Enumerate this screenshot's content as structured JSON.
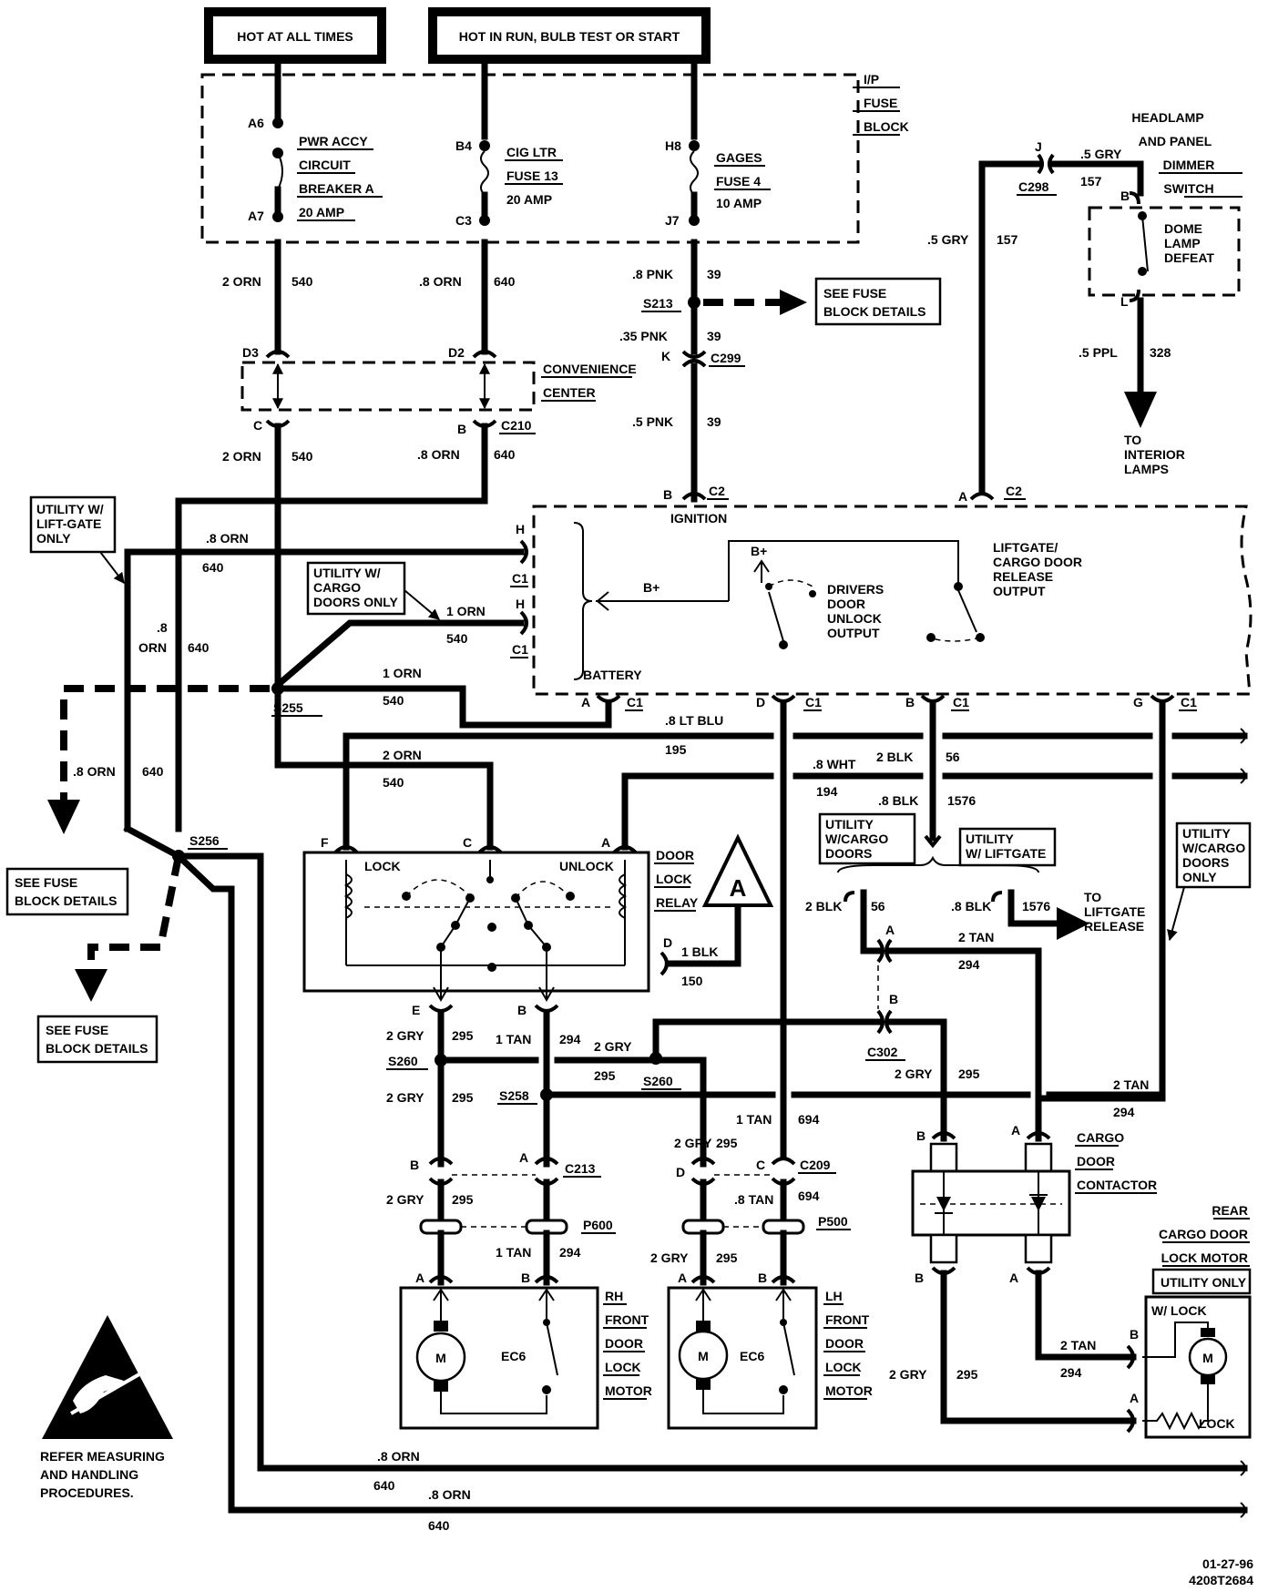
{
  "top_boxes": [
    "HOT AT ALL TIMES",
    "HOT IN RUN, BULB TEST OR START"
  ],
  "fuse_block": {
    "label": [
      "I/P",
      "FUSE",
      "BLOCK"
    ],
    "breaker": {
      "top": "A6",
      "bottom": "A7",
      "lines": [
        "PWR ACCY",
        "CIRCUIT",
        "BREAKER A",
        "20 AMP"
      ]
    },
    "cig": {
      "top": "B4",
      "bottom": "C3",
      "lines": [
        "CIG LTR",
        "FUSE 13",
        "20 AMP"
      ]
    },
    "gages": {
      "top": "H8",
      "bottom": "J7",
      "lines": [
        "GAGES",
        "FUSE 4",
        "10 AMP"
      ]
    }
  },
  "headlamp_switch": {
    "label": [
      "HEADLAMP",
      "AND PANEL",
      "DIMMER",
      "SWITCH"
    ],
    "defeat": [
      "DOME",
      "LAMP",
      "DEFEAT"
    ],
    "pin_b": "B",
    "pin_l": "L"
  },
  "c298": {
    "pin": "J",
    "name": "C298",
    "wire": ".5 GRY",
    "circuit": "157"
  },
  "wire_5gry_157": {
    "color": ".5 GRY",
    "circuit": "157"
  },
  "wire_5ppl": {
    "color": ".5 PPL",
    "circuit": "328"
  },
  "to_interior": [
    "TO",
    "INTERIOR",
    "LAMPS"
  ],
  "wire_2orn_540_top": {
    "color": "2 ORN",
    "circuit": "540"
  },
  "wire_8orn_640_top": {
    "color": ".8 ORN",
    "circuit": "640"
  },
  "wire_8pnk": {
    "color": ".8 PNK",
    "circuit": "39"
  },
  "s213": "S213",
  "see_fuse_top": [
    "SEE FUSE",
    "BLOCK DETAILS"
  ],
  "wire_35pnk": {
    "color": ".35 PNK",
    "circuit": "39"
  },
  "c299": {
    "pin": "K",
    "name": "C299"
  },
  "wire_5pnk": {
    "color": ".5 PNK",
    "circuit": "39"
  },
  "convenience": {
    "label": [
      "CONVENIENCE",
      "CENTER"
    ],
    "pin_d3": "D3",
    "pin_d2": "D2",
    "pin_c": "C",
    "pin_b": "B",
    "conn": "C210"
  },
  "wire_2orn_540_mid": {
    "color": "2 ORN",
    "circuit": "540"
  },
  "wire_8orn_640_mid": {
    "color": ".8 ORN",
    "circuit": "640"
  },
  "c2_b": {
    "pin": "B",
    "name": "C2"
  },
  "c2_a": {
    "pin": "A",
    "name": "C2"
  },
  "ignition": "IGNITION",
  "liftgate_callout": [
    "UTILITY W/",
    "LIFT-GATE",
    "ONLY"
  ],
  "cargo_callout": [
    "UTILITY W/",
    "CARGO",
    "DOORS ONLY"
  ],
  "wire_8orn_640_h": {
    "color": ".8 ORN",
    "circuit": "640"
  },
  "wire_1orn_540_h": {
    "color": "1 ORN",
    "circuit": "540"
  },
  "c1_h1": {
    "pin": "H",
    "name": "C1"
  },
  "c1_h2": {
    "pin": "H",
    "name": "C1"
  },
  "module": {
    "b_plus": "B+",
    "b_plus2": "B+",
    "battery": "BATTERY",
    "drivers": [
      "DRIVERS",
      "DOOR",
      "UNLOCK",
      "OUTPUT"
    ],
    "liftgate": [
      "LIFTGATE/",
      "CARGO DOOR",
      "RELEASE",
      "OUTPUT"
    ]
  },
  "wire_8orn_640_left": {
    "color": ".8",
    "color2": "ORN",
    "circuit": "640"
  },
  "s255": "S255",
  "wire_1orn_540_low": {
    "color": "1 ORN",
    "circuit": "540"
  },
  "c1_a": {
    "pin": "A",
    "name": "C1"
  },
  "c1_d": {
    "pin": "D",
    "name": "C1"
  },
  "c1_b": {
    "pin": "B",
    "name": "C1"
  },
  "c1_g": {
    "pin": "G",
    "name": "C1"
  },
  "wire_8ltblu": {
    "color": ".8 LT BLU",
    "circuit": "195"
  },
  "wire_8wht": {
    "color": ".8 WHT",
    "circuit": "194"
  },
  "wire_2blk_56": {
    "color": "2 BLK",
    "circuit": "56"
  },
  "wire_8blk_1576": {
    "color": ".8 BLK",
    "circuit": "1576"
  },
  "wire_2orn_540_relay": {
    "color": "2 ORN",
    "circuit": "540"
  },
  "wire_8orn_640_down": {
    "color": ".8 ORN",
    "circuit": "640"
  },
  "s256": "S256",
  "see_fuse_left1": [
    "SEE FUSE",
    "BLOCK DETAILS"
  ],
  "see_fuse_left2": [
    "SEE FUSE",
    "BLOCK DETAILS"
  ],
  "relay": {
    "pins": [
      "F",
      "C",
      "A",
      "E",
      "B",
      "D"
    ],
    "lock": "LOCK",
    "unlock": "UNLOCK",
    "label": [
      "DOOR",
      "LOCK",
      "RELAY"
    ]
  },
  "badge_a": "A",
  "wire_1blk_150": {
    "color": "1 BLK",
    "circuit": "150"
  },
  "util_cargo_callout": [
    "UTILITY",
    "W/CARGO",
    "DOORS"
  ],
  "util_lift_callout": [
    "UTILITY",
    "W/ LIFTGATE"
  ],
  "util_cargo_right": [
    "UTILITY",
    "W/CARGO",
    "DOORS",
    "ONLY"
  ],
  "wire_2blk_56_low": {
    "color": "2 BLK",
    "circuit": "56"
  },
  "wire_8blk_1576_low": {
    "color": ".8 BLK",
    "circuit": "1576"
  },
  "to_liftgate": [
    "TO",
    "LIFTGATE",
    "RELEASE"
  ],
  "c302": {
    "pin_a": "A",
    "pin_b": "B",
    "name": "C302"
  },
  "wire_2tan_294_a": {
    "color": "2 TAN",
    "circuit": "294"
  },
  "wire_2gry_295_e": {
    "color": "2 GRY",
    "circuit": "295"
  },
  "wire_1tan_294_b": {
    "color": "1 TAN",
    "circuit": "294"
  },
  "wire_2gry_295_s": {
    "color": "2 GRY",
    "circuit": "295"
  },
  "s260a": "S260",
  "s260b": "S260",
  "s258": "S258",
  "wire_2gry_295_s260": {
    "color": "2 GRY",
    "circuit": "295"
  },
  "wire_2gry_295_right": {
    "color": "2 GRY",
    "circuit": "295"
  },
  "wire_2tan_294_right": {
    "color": "2 TAN",
    "circuit": "294"
  },
  "wire_1tan_694": {
    "color": "1 TAN",
    "circuit": "694"
  },
  "wire_2gry_295_lh": {
    "color": "2 GRY",
    "circuit": "295"
  },
  "c213": {
    "pin_b": "B",
    "pin_a": "A",
    "name": "C213"
  },
  "c209": {
    "pin_d": "D",
    "pin_c": "C",
    "name": "C209"
  },
  "wire_2gry_295_c213": {
    "color": "2 GRY",
    "circuit": "295"
  },
  "wire_8tan_694": {
    "color": ".8 TAN",
    "circuit": "694"
  },
  "p600": "P600",
  "p500": "P500",
  "wire_1tan_294_p600": {
    "color": "1 TAN",
    "circuit": "294"
  },
  "wire_2gry_295_p500": {
    "color": "2 GRY",
    "circuit": "295"
  },
  "rh_motor": {
    "pin_a": "A",
    "pin_b": "B",
    "motor": "M",
    "ec": "EC6",
    "label": [
      "RH",
      "FRONT",
      "DOOR",
      "LOCK",
      "MOTOR"
    ]
  },
  "lh_motor": {
    "pin_a": "A",
    "pin_b": "B",
    "motor": "M",
    "ec": "EC6",
    "label": [
      "LH",
      "FRONT",
      "DOOR",
      "LOCK",
      "MOTOR"
    ]
  },
  "contactor": {
    "pin_b": "B",
    "pin_a": "A",
    "pin_b2": "B",
    "pin_a2": "A",
    "label": [
      "CARGO",
      "DOOR",
      "CONTACTOR"
    ]
  },
  "rear_motor": {
    "label": [
      "REAR",
      "CARGO DOOR",
      "LOCK MOTOR"
    ],
    "utility": "UTILITY ONLY",
    "wlock": "W/ LOCK",
    "lock": "LOCK",
    "motor": "M",
    "pin_b": "B",
    "pin_a": "A"
  },
  "wire_2tan_294_rear": {
    "color": "2 TAN",
    "circuit": "294"
  },
  "wire_2gry_295_rear": {
    "color": "2 GRY",
    "circuit": "295"
  },
  "wire_8orn_640_b1": {
    "color": ".8 ORN",
    "circuit": "640"
  },
  "wire_8orn_640_b2": {
    "color": ".8 ORN",
    "circuit": "640"
  },
  "esd": [
    "REFER MEASURING",
    "AND HANDLING",
    "PROCEDURES."
  ],
  "date_code": [
    "01-27-96",
    "4208T2684"
  ]
}
